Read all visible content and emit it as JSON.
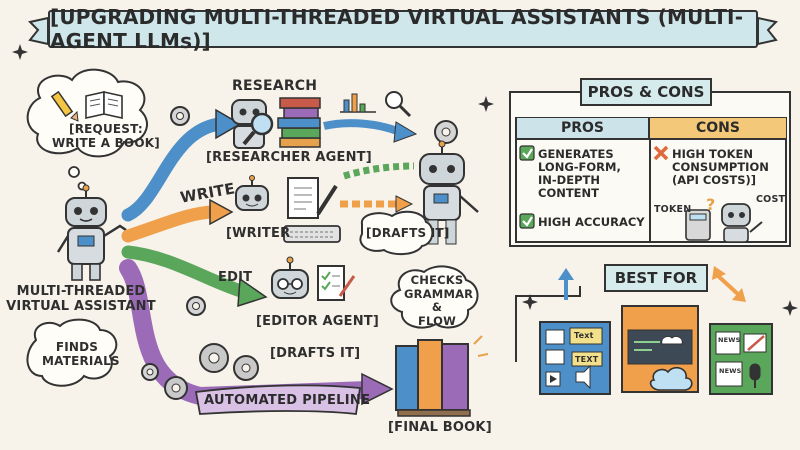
{
  "title": "[UPGRADING MULTI-THREADED VIRTUAL ASSISTANTS (MULTI-AGENT LLMs)]",
  "left": {
    "request_bubble": [
      "[REQUEST:",
      "WRITE A BOOK]"
    ],
    "assistant_label": [
      "MULTI-THREADED",
      "VIRTUAL ASSISTANT"
    ],
    "finds_bubble": [
      "FINDS",
      "MATERIALS"
    ],
    "research_label": "RESEARCH",
    "researcher_agent": "[RESEARCHER AGENT]",
    "write_label": "WRITE",
    "writer_label": "[WRITER",
    "drafts_bubble": "[DRAFTS IT]",
    "edit_label": "EDIT",
    "editor_agent": "[EDITOR AGENT]",
    "checks_bubble": [
      "CHECKS",
      "GRAMMAR &",
      "FLOW"
    ],
    "drafts_label_2": "[DRAFTS IT]",
    "pipeline_label": "AUTOMATED PIPELINE",
    "final_book": "[FINAL BOOK]"
  },
  "pros_cons": {
    "title": "PROS & CONS",
    "pros_header": "PROS",
    "cons_header": "CONS",
    "pros": [
      [
        "GENERATES",
        "LONG-FORM,",
        "IN-DEPTH",
        "CONTENT"
      ],
      [
        "HIGH ACCURACY"
      ]
    ],
    "cons": [
      [
        "HIGH TOKEN",
        "CONSUMPTION",
        "(API COSTS)]"
      ]
    ],
    "token_label": "TOKEN",
    "cost_label": "COST"
  },
  "best_for": {
    "title": "BEST FOR",
    "tile_text_1": "Text",
    "tile_text_2": "TEXT",
    "tile_news_1": "NEWS",
    "tile_news_2": "NEWS"
  },
  "colors": {
    "blue": "#4d8fc9",
    "orange": "#f0a04b",
    "green": "#5aa65a",
    "purple": "#9b6bb8",
    "teal_bg": "#cfe6ea",
    "cons_bg": "#f3c879"
  }
}
